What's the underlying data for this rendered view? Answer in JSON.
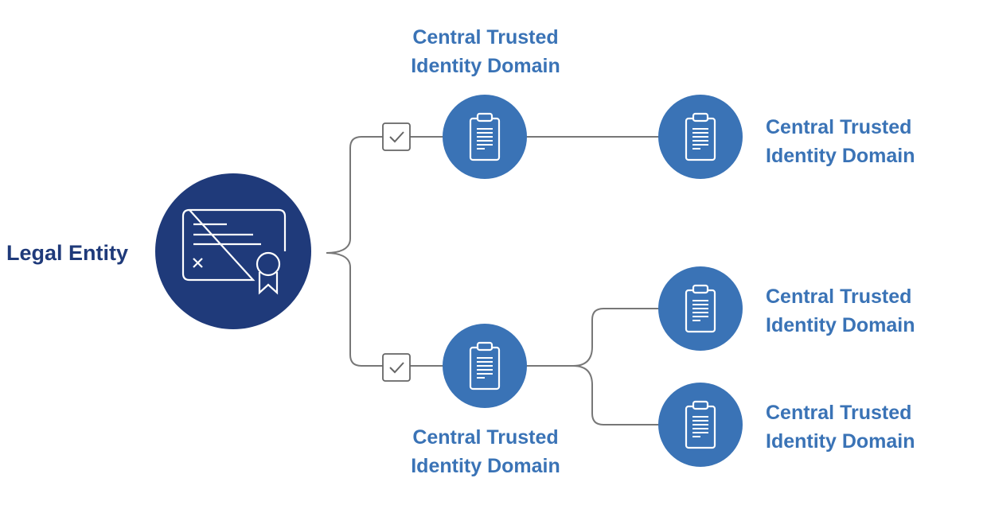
{
  "colors": {
    "navy": "#1f3a7a",
    "blue": "#3a73b6",
    "connector": "#777777",
    "checkbox": "#666666",
    "white": "#ffffff"
  },
  "root": {
    "label": "Legal Entity",
    "icon": "certificate-icon"
  },
  "nodes": [
    {
      "id": "top-domain",
      "line1": "Central Trusted",
      "line2": "Identity Domain",
      "icon": "clipboard-icon"
    },
    {
      "id": "bottom-domain",
      "line1": "Central Trusted",
      "line2": "Identity Domain",
      "icon": "clipboard-icon"
    },
    {
      "id": "right-domain-1",
      "line1": "Central Trusted",
      "line2": "Identity Domain",
      "icon": "clipboard-icon"
    },
    {
      "id": "right-domain-2",
      "line1": "Central Trusted",
      "line2": "Identity Domain",
      "icon": "clipboard-icon"
    },
    {
      "id": "right-domain-3",
      "line1": "Central Trusted",
      "line2": "Identity Domain",
      "icon": "clipboard-icon"
    }
  ],
  "checkbox_icon": "checkmark-icon"
}
